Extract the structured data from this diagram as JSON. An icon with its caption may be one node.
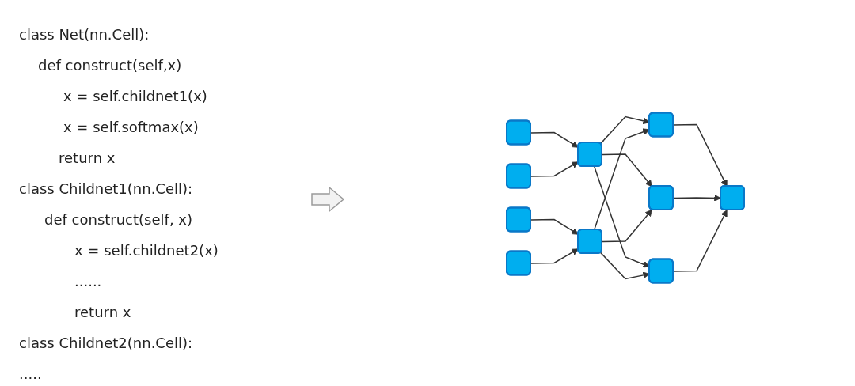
{
  "diagram": {
    "nodes": [
      {
        "text": [],
        "shape": "box"
      },
      {
        "text": [],
        "shape": "box"
      },
      {
        "text": [],
        "shape": "box"
      },
      {
        "text": [],
        "shape": "box"
      },
      {
        "text": [],
        "shape": "box"
      },
      {
        "text": [],
        "shape": "box"
      },
      {
        "text": [],
        "shape": "box"
      },
      {
        "text": [],
        "shape": "box"
      },
      {
        "text": [],
        "shape": "box"
      },
      {
        "text": [],
        "shape": "box"
      }
    ],
    "edges": [
      {
        "from": 0,
        "to": 4,
        "arrow": "to"
      },
      {
        "from": 1,
        "to": 4,
        "arrow": "to"
      },
      {
        "from": 2,
        "to": 5,
        "arrow": "to"
      },
      {
        "from": 3,
        "to": 5,
        "arrow": "to"
      },
      {
        "from": 4,
        "to": 6,
        "arrow": "to"
      },
      {
        "from": 4,
        "to": 7,
        "arrow": "to"
      },
      {
        "from": 4,
        "to": 8,
        "arrow": "to"
      },
      {
        "from": 5,
        "to": 6,
        "arrow": "to"
      },
      {
        "from": 5,
        "to": 7,
        "arrow": "to"
      },
      {
        "from": 5,
        "to": 8,
        "arrow": "to"
      },
      {
        "from": 6,
        "to": 9,
        "arrow": "to"
      },
      {
        "from": 7,
        "to": 9,
        "arrow": "to"
      },
      {
        "from": 8,
        "to": 9,
        "arrow": "to"
      }
    ],
    "labels": [
      "class Net(nn.Cell):",
      "def construct(self,x)",
      "x = self.childnet1(x)",
      "x = self.softmax(x)",
      "return x",
      "class Childnet1(nn.Cell):",
      "def construct(self, x)",
      "x = self.childnet2(x)",
      "......",
      "return x",
      "class Childnet2(nn.Cell):",
      "....."
    ]
  }
}
